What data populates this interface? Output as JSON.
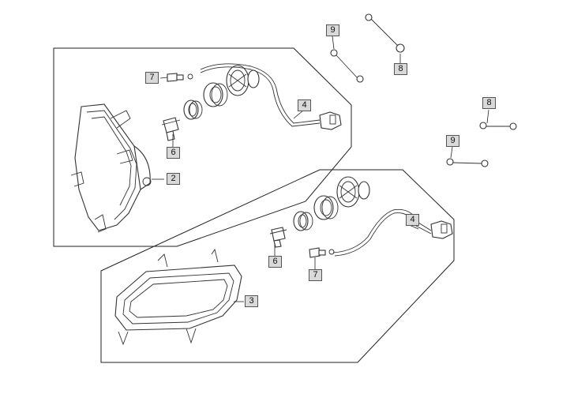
{
  "callouts": {
    "c2": "2",
    "c3": "3",
    "c4a": "4",
    "c4b": "4",
    "c6a": "6",
    "c6b": "6",
    "c7a": "7",
    "c7b": "7",
    "c8a": "8",
    "c8b": "8",
    "c9a": "9",
    "c9b": "9"
  }
}
